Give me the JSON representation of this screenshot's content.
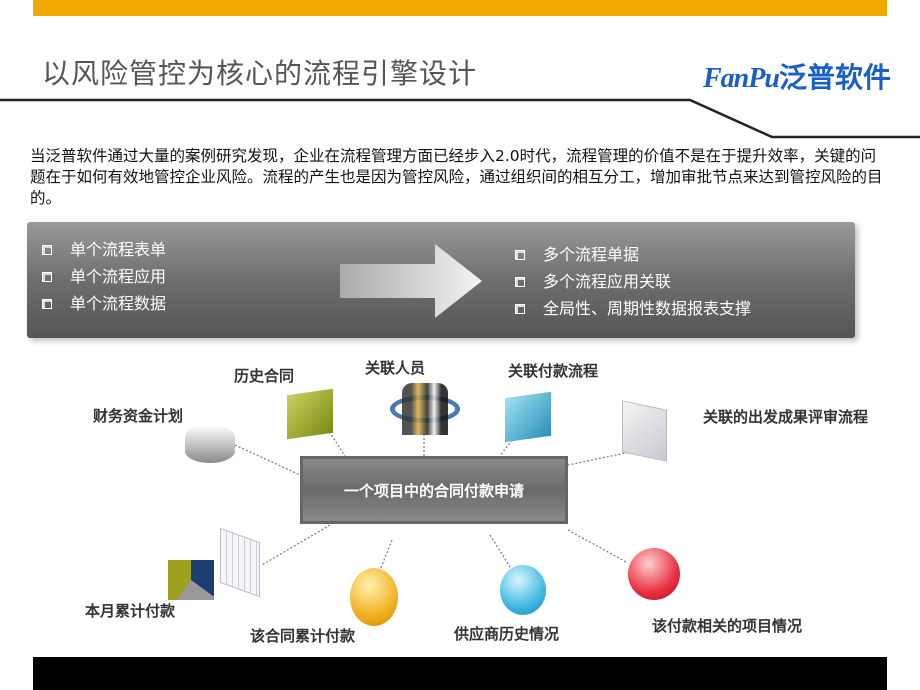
{
  "header": {
    "title": "以风险管控为核心的流程引擎设计",
    "logo_en": "FanPu",
    "logo_cn": "泛普软件"
  },
  "intro": "当泛普软件通过大量的案例研究发现，企业在流程管理方面已经步入2.0时代，流程管理的价值不是在于提升效率，关键的问题在于如何有效地管控企业风险。流程的产生也是因为管控风险，通过组织间的相互分工，增加审批节点来达到管控风险的目的。",
  "banner": {
    "left": [
      "单个流程表单",
      "单个流程应用",
      "单个流程数据"
    ],
    "right": [
      "多个流程单据",
      "多个流程应用关联",
      "全局性、周期性数据报表支撑"
    ]
  },
  "diagram": {
    "center": "一个项目中的合同付款申请",
    "nodes": {
      "finance": "财务资金计划",
      "history": "历史合同",
      "people": "关联人员",
      "payflow": "关联付款流程",
      "review": "关联的出发成果评审流程",
      "month": "本月累计付款",
      "contract": "该合同累计付款",
      "supplier": "供应商历史情况",
      "project": "该付款相关的项目情况"
    }
  },
  "colors": {
    "accent": "#f0a800",
    "brand": "#1a5fc8"
  }
}
